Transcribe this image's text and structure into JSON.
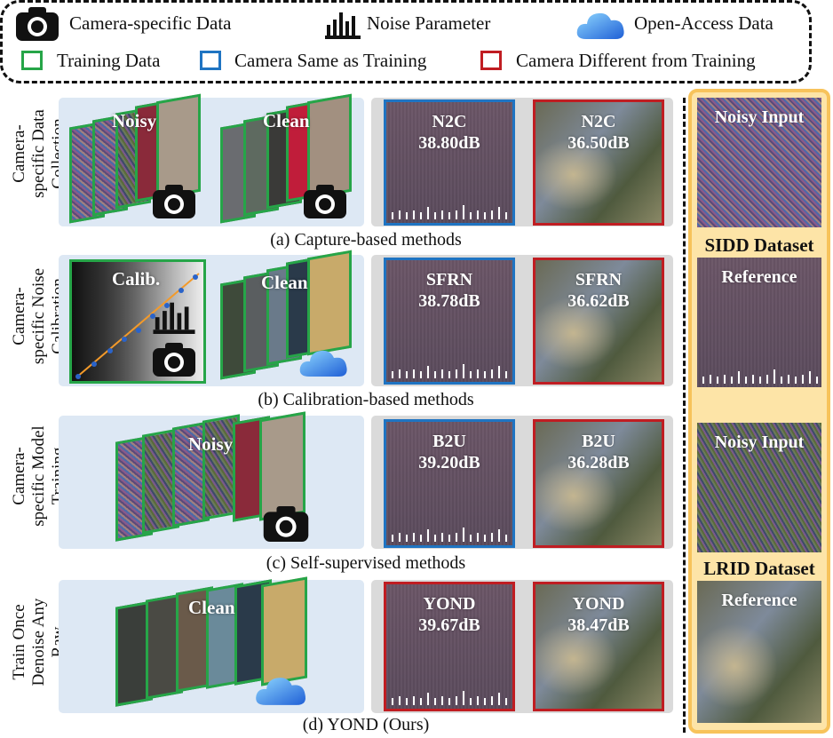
{
  "legend": {
    "camera_data": "Camera-specific Data",
    "noise_param": "Noise Parameter",
    "open_access": "Open-Access Data",
    "training_data": "Training Data",
    "same_camera": "Camera Same as Training",
    "diff_camera": "Camera Different from Training",
    "colors": {
      "training": "#26a548",
      "same": "#1f74c2",
      "different": "#c01d22"
    }
  },
  "rows": [
    {
      "side_label": "Camera-specific Data Collection",
      "caption": "(a) Capture-based methods",
      "frame_labels": [
        "Noisy",
        "Clean"
      ],
      "results": [
        {
          "method": "N2C",
          "psnr": "38.80dB",
          "border": "same"
        },
        {
          "method": "N2C",
          "psnr": "36.50dB",
          "border": "different"
        }
      ]
    },
    {
      "side_label": "Camera-specific Noise Calibration",
      "caption": "(b) Calibration-based methods",
      "frame_labels": [
        "Calib.",
        "Clean"
      ],
      "results": [
        {
          "method": "SFRN",
          "psnr": "38.78dB",
          "border": "same"
        },
        {
          "method": "SFRN",
          "psnr": "36.62dB",
          "border": "different"
        }
      ]
    },
    {
      "side_label": "Camera-specific Model Training",
      "caption": "(c) Self-supervised methods",
      "frame_labels": [
        "Noisy"
      ],
      "results": [
        {
          "method": "B2U",
          "psnr": "39.20dB",
          "border": "same"
        },
        {
          "method": "B2U",
          "psnr": "36.28dB",
          "border": "different"
        }
      ]
    },
    {
      "side_label": "Train Once Denoise Any Raw",
      "caption": "(d) YOND (Ours)",
      "frame_labels": [
        "Clean"
      ],
      "results": [
        {
          "method": "YOND",
          "psnr": "39.67dB",
          "border": "different"
        },
        {
          "method": "YOND",
          "psnr": "38.47dB",
          "border": "different"
        }
      ]
    }
  ],
  "reference_column": {
    "sidd": {
      "noisy": "Noisy Input",
      "title": "SIDD Dataset",
      "reference": "Reference"
    },
    "lrid": {
      "noisy": "Noisy Input",
      "title": "LRID Dataset",
      "reference": "Reference"
    },
    "background": "#fde4a7",
    "border": "#f7c35b"
  },
  "icons": [
    "camera-icon",
    "noise-parameter-icon",
    "cloud-icon"
  ]
}
